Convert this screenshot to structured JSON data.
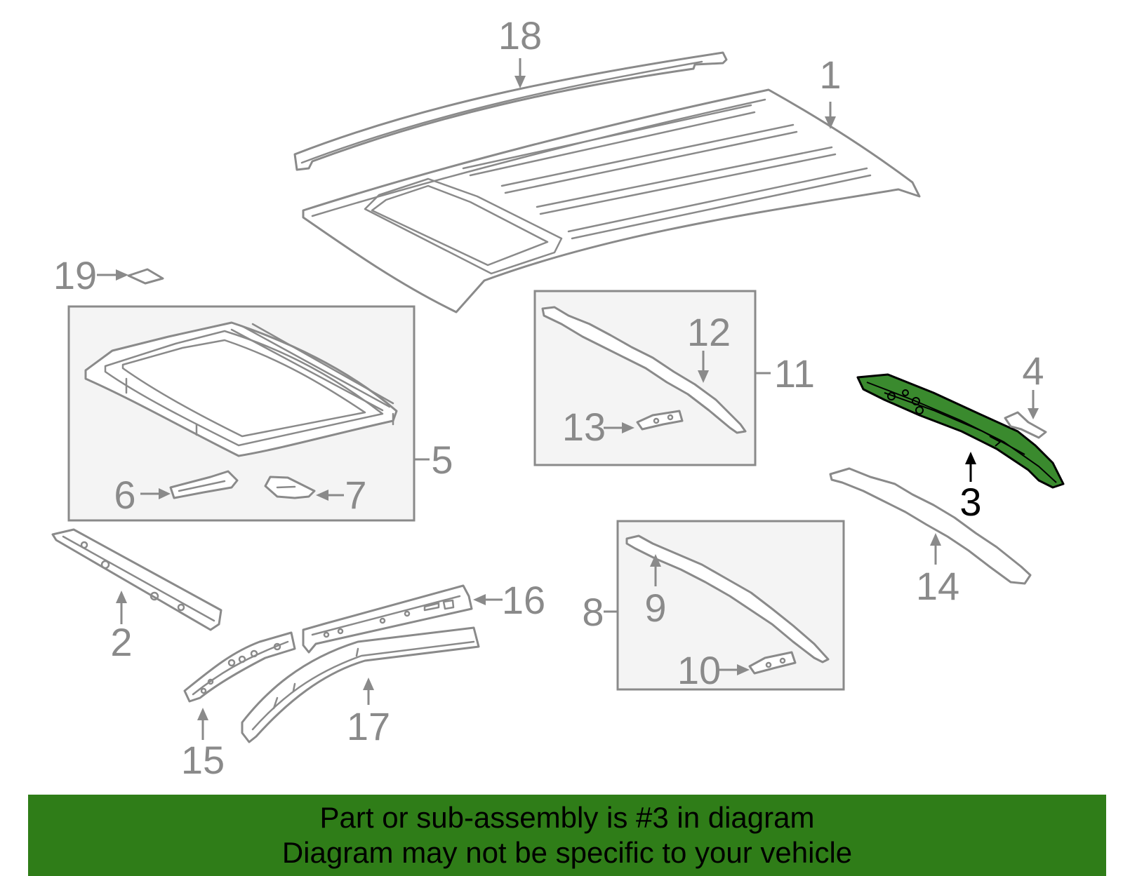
{
  "callouts": {
    "c1": "1",
    "c2": "2",
    "c3": "3",
    "c4": "4",
    "c5": "5",
    "c6": "6",
    "c7": "7",
    "c8": "8",
    "c9": "9",
    "c10": "10",
    "c11": "11",
    "c12": "12",
    "c13": "13",
    "c14": "14",
    "c15": "15",
    "c16": "16",
    "c17": "17",
    "c18": "18",
    "c19": "19"
  },
  "highlighted_part": "3",
  "colors": {
    "highlight": "#3a8a2e",
    "banner": "#2f7d18",
    "line": "#8a8a8a"
  },
  "footer": {
    "line1": "Part or sub-assembly is #3 in diagram",
    "line2": "Diagram may not be specific to your vehicle"
  }
}
